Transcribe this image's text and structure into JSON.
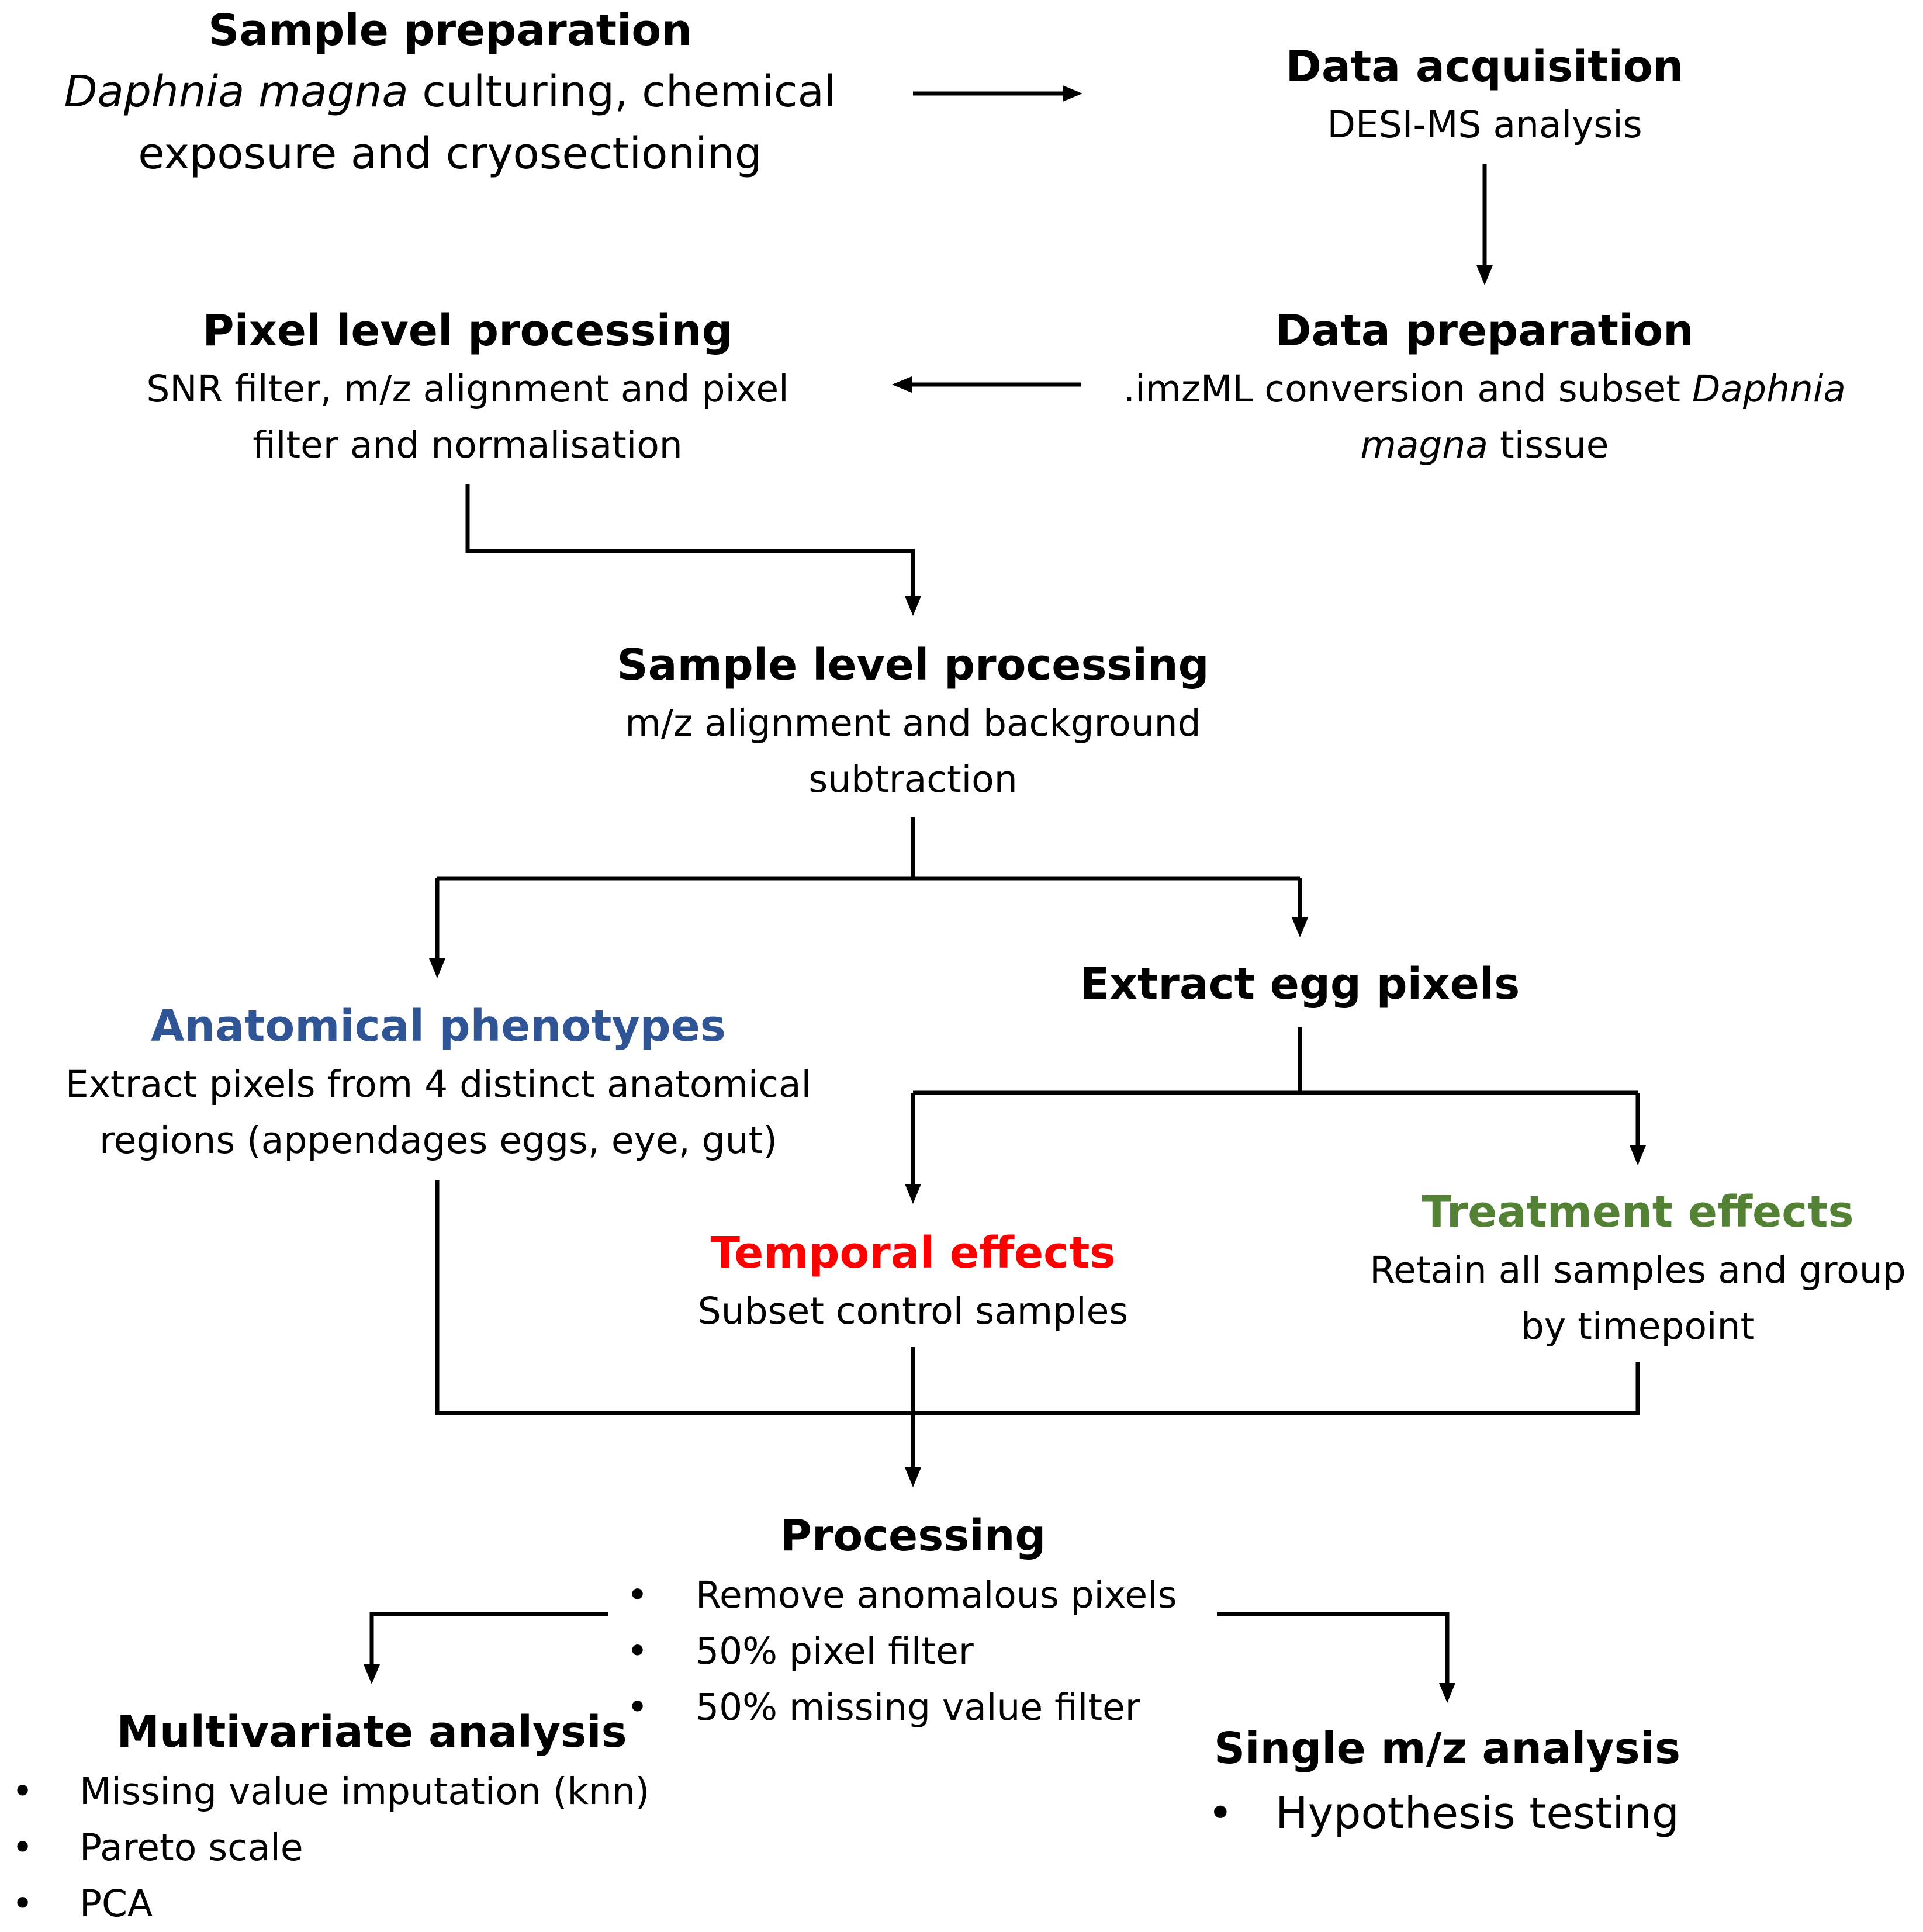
{
  "colors": {
    "text": "#000000",
    "anatomical": "#2f5597",
    "temporal": "#ff0000",
    "treatment": "#548235",
    "arrow": "#000000"
  },
  "nodes": {
    "sample_preparation": {
      "title": "Sample preparation",
      "desc_italic": "Daphnia magna",
      "desc_rest_1": " culturing, chemical",
      "desc_line_2": "exposure and cryosectioning"
    },
    "data_acquisition": {
      "title": "Data acquisition",
      "desc": "DESI-MS analysis"
    },
    "data_preparation": {
      "title": "Data preparation",
      "desc_line_1": ".imzML conversion and  subset ",
      "desc_italic_1": "Daphnia",
      "desc_italic_2": "magna",
      "desc_rest_2": " tissue"
    },
    "pixel_level_processing": {
      "title": "Pixel level processing",
      "desc_line_1": "SNR filter, m/z alignment and pixel",
      "desc_line_2": "filter and normalisation"
    },
    "sample_level_processing": {
      "title": "Sample level processing",
      "desc_line_1": "m/z alignment and background",
      "desc_line_2": "subtraction"
    },
    "anatomical_phenotypes": {
      "title": "Anatomical phenotypes",
      "desc_line_1": "Extract pixels from 4 distinct anatomical",
      "desc_line_2": "regions (appendages eggs, eye, gut)"
    },
    "extract_egg_pixels": {
      "title": "Extract egg pixels"
    },
    "temporal_effects": {
      "title": "Temporal effects",
      "desc": "Subset control samples"
    },
    "treatment_effects": {
      "title": "Treatment effects",
      "desc_line_1": "Retain all samples and group",
      "desc_line_2": "by timepoint"
    },
    "processing": {
      "title": "Processing",
      "bullets": [
        "Remove anomalous pixels",
        "50% pixel filter",
        "50% missing value filter"
      ]
    },
    "multivariate_analysis": {
      "title": "Multivariate analysis",
      "bullets": [
        "Missing value imputation (knn)",
        "Pareto scale",
        "PCA"
      ]
    },
    "single_mz_analysis": {
      "title": "Single m/z analysis",
      "bullets": [
        "Hypothesis testing"
      ]
    }
  },
  "bullet_char": "•",
  "edges": [
    {
      "from": "sample_preparation",
      "to": "data_acquisition"
    },
    {
      "from": "data_acquisition",
      "to": "data_preparation"
    },
    {
      "from": "data_preparation",
      "to": "pixel_level_processing"
    },
    {
      "from": "pixel_level_processing",
      "to": "sample_level_processing"
    },
    {
      "from": "sample_level_processing",
      "to": "anatomical_phenotypes"
    },
    {
      "from": "sample_level_processing",
      "to": "extract_egg_pixels"
    },
    {
      "from": "extract_egg_pixels",
      "to": "temporal_effects"
    },
    {
      "from": "extract_egg_pixels",
      "to": "treatment_effects"
    },
    {
      "from": "anatomical_phenotypes",
      "to": "processing"
    },
    {
      "from": "temporal_effects",
      "to": "processing"
    },
    {
      "from": "treatment_effects",
      "to": "processing"
    },
    {
      "from": "processing",
      "to": "multivariate_analysis"
    },
    {
      "from": "processing",
      "to": "single_mz_analysis"
    }
  ]
}
